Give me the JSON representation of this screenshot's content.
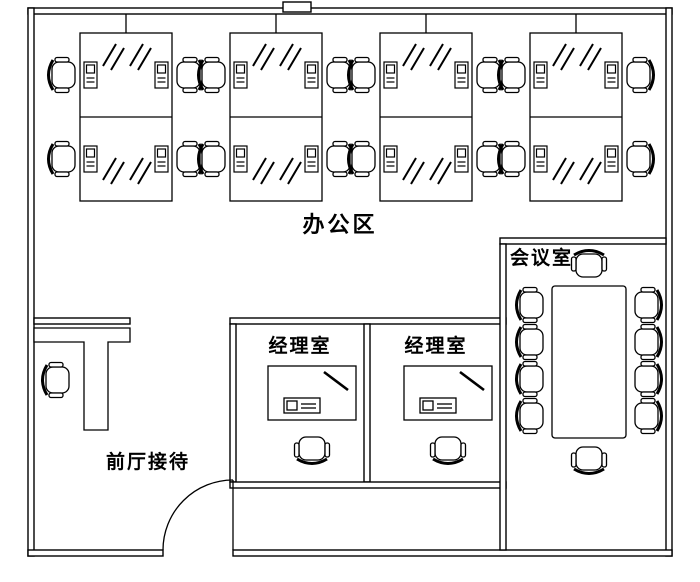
{
  "plan": {
    "type": "office-floor-plan",
    "background_color": "#ffffff",
    "line_color": "#000000",
    "rooms": {
      "office_area": {
        "label": "办公区",
        "workstation_clusters": 4,
        "workstation_desks": 16,
        "chairs": 16
      },
      "meeting_room": {
        "label": "会议室",
        "tables": 1,
        "chairs": 10
      },
      "manager_office_1": {
        "label": "经理室",
        "desks": 1,
        "chairs": 1
      },
      "manager_office_2": {
        "label": "经理室",
        "desks": 1,
        "chairs": 1
      },
      "reception": {
        "label": "前厅接待",
        "desks": 1,
        "chairs": 1
      }
    }
  }
}
